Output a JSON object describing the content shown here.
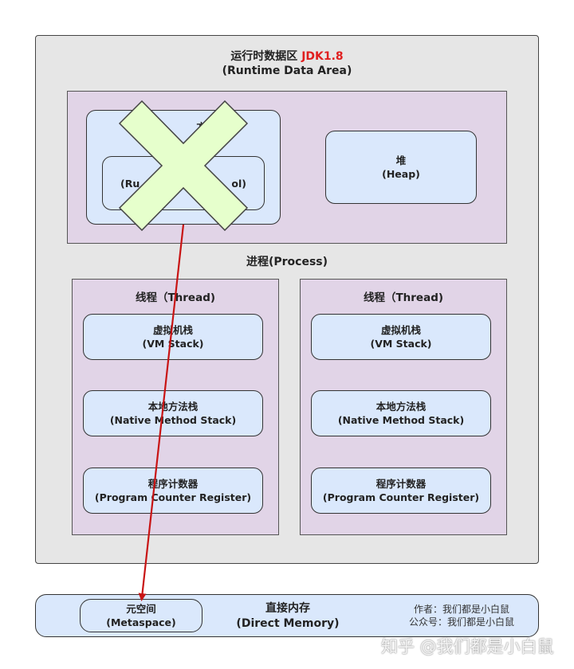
{
  "runtime_area": {
    "title_cn": "运行时数据区",
    "title_jdk": "JDK1.8",
    "title_en": "(Runtime Data Area)"
  },
  "method_area": {
    "label_cn": "方法区"
  },
  "constant_pool": {
    "label_left": "(Ru",
    "label_right": "ol)"
  },
  "heap": {
    "label_cn": "堆",
    "label_en": "(Heap)"
  },
  "process": {
    "label": "进程(Process)"
  },
  "threads": [
    {
      "title": "线程（Thread)",
      "boxes": [
        {
          "cn": "虚拟机栈",
          "en": "(VM Stack)"
        },
        {
          "cn": "本地方法栈",
          "en": "(Native Method Stack)"
        },
        {
          "cn": "程序计数器",
          "en": "(Program Counter Register)"
        }
      ]
    },
    {
      "title": "线程（Thread)",
      "boxes": [
        {
          "cn": "虚拟机栈",
          "en": "(VM Stack)"
        },
        {
          "cn": "本地方法栈",
          "en": "(Native Method Stack)"
        },
        {
          "cn": "程序计数器",
          "en": "(Program Counter Register)"
        }
      ]
    }
  ],
  "direct_memory": {
    "label_cn": "直接内存",
    "label_en": "(Direct Memory)"
  },
  "metaspace": {
    "label_cn": "元空间",
    "label_en": "(Metaspace)"
  },
  "author": {
    "line1": "作者：我们都是小白鼠",
    "line2": "公众号：我们都是小白鼠"
  },
  "watermark": "知乎 @我们都是小白鼠",
  "colors": {
    "accent_red": "#e01f1f",
    "arrow": "#c81414",
    "cross_fill": "#e6ffcc",
    "box_fill": "#dae8fc",
    "region_fill": "#e1d4e7"
  }
}
